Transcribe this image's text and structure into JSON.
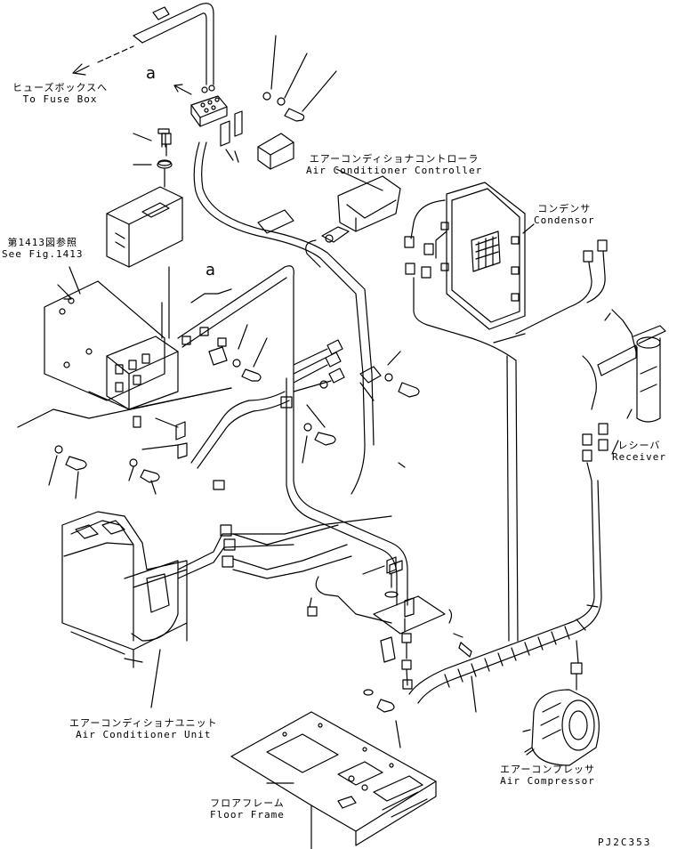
{
  "labels": {
    "fuse_box_jp": "ヒューズボックスへ",
    "fuse_box_en": "To Fuse Box",
    "controller_jp": "エアーコンディショナコントローラ",
    "controller_en": "Air Conditioner Controller",
    "condensor_jp": "コンデンサ",
    "condensor_en": "Condensor",
    "see_fig_jp": "第1413図参照",
    "see_fig_en": "See Fig.1413",
    "receiver_jp": "レシーバ",
    "receiver_en": "Receiver",
    "ac_unit_jp": "エアーコンディショナユニット",
    "ac_unit_en": "Air Conditioner Unit",
    "compressor_jp": "エアーコンプレッサ",
    "compressor_en": "Air Compressor",
    "floor_frame_jp": "フロアフレーム",
    "floor_frame_en": "Floor Frame",
    "ref_a": "a",
    "drawing_code": "PJ2C353"
  }
}
